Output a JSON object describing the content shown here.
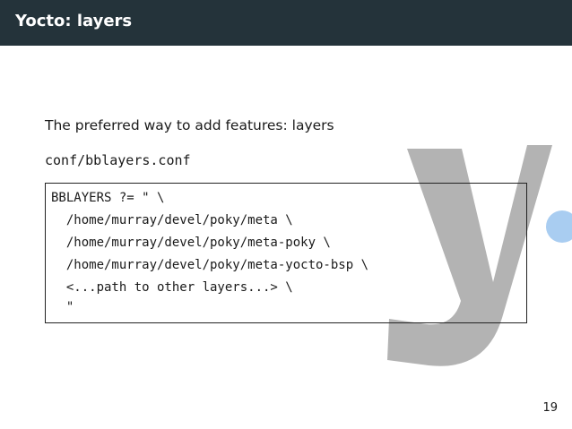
{
  "slide": {
    "title": "Yocto: layers",
    "intro": "The preferred way to add features: layers",
    "filename": "conf/bblayers.conf",
    "code_lines": [
      "BBLAYERS ?= \" \\",
      "  /home/murray/devel/poky/meta \\",
      "  /home/murray/devel/poky/meta-poky \\",
      "  /home/murray/devel/poky/meta-yocto-bsp \\",
      "  <...path to other layers...> \\",
      "  \""
    ],
    "page_number": "19"
  },
  "logo": {
    "icon": "yocto-y-logo-icon",
    "letter_color": "#b3b3b3",
    "dot_color": "#a9cdf1"
  },
  "colors": {
    "title_bar": "#24333a",
    "title_text": "#ffffff"
  }
}
